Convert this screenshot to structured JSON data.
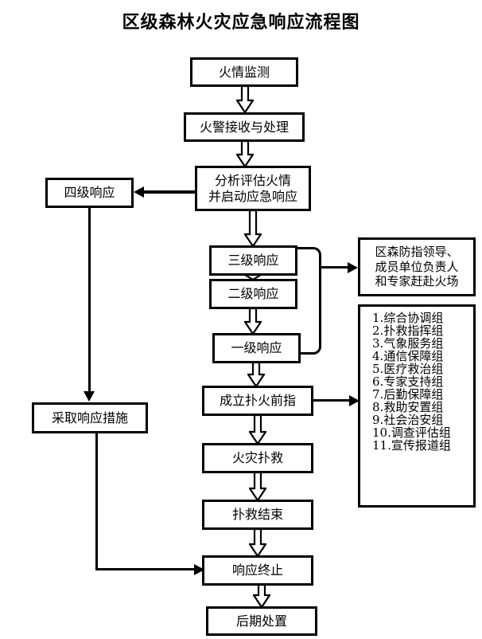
{
  "title": "区级森林火灾应急响应流程图",
  "nodes": {
    "monitor": "火情监测",
    "receive": "火警接收与处理",
    "analyze_line1": "分析评估火情",
    "analyze_line2": "并启动应急响应",
    "level4": "四级响应",
    "level3": "三级响应",
    "level2": "二级响应",
    "level1": "一级响应",
    "measures": "采取响应措施",
    "front_command": "成立扑火前指",
    "firefight": "火灾扑救",
    "fight_end": "扑救结束",
    "response_end": "响应终止",
    "post_disposal": "后期处置"
  },
  "leaders_box": {
    "line1": "区森防指领导、",
    "line2": "成员单位负责人",
    "line3": "和专家赶赴火场"
  },
  "groups_box": {
    "items": [
      {
        "num": "1.",
        "label": "综合协调组"
      },
      {
        "num": "2.",
        "label": "扑救指挥组"
      },
      {
        "num": "3.",
        "label": "气象服务组"
      },
      {
        "num": "4.",
        "label": "通信保障组"
      },
      {
        "num": "5.",
        "label": "医疗救治组"
      },
      {
        "num": "6.",
        "label": "专家支持组"
      },
      {
        "num": "7.",
        "label": "后勤保障组"
      },
      {
        "num": "8.",
        "label": "救助安置组"
      },
      {
        "num": "9.",
        "label": "社会治安组"
      },
      {
        "num": "10.",
        "label": "调查评估组"
      },
      {
        "num": "11.",
        "label": "宣传报道组"
      }
    ]
  },
  "colors": {
    "stroke": "#000000",
    "fill": "#ffffff",
    "text": "#000000"
  }
}
